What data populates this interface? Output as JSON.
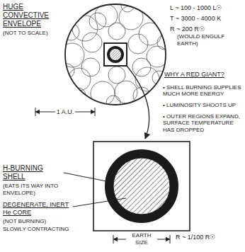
{
  "diagram": {
    "labels": [
      "HUGE CONVECTIVE ENVELOPE",
      "(NOT TO SCALE)",
      "L ~ 100 - 1000 L☉",
      "T ~ 3000 - 4000 K",
      "R ~ 200 R☉",
      "(WOULD ENGULF EARTH)",
      "1 A.U.",
      "WHY A RED GIANT?",
      "• SHELL BURNING SUPPLIES MUCH MORE ENERGY",
      "• LUMINOSITY SHOOTS UP",
      "• OUTER REGIONS EXPAND, SURFACE TEMPERATURE HAS DROPPED",
      "H-BURNING SHELL",
      "(EATS ITS WAY INTO ENVELOPE)",
      "DEGENERATE, INERT He CORE",
      "(NOT BURNING)",
      "SLOWLY CONTRACTING",
      "EARTH SIZE",
      "R ~ 1/100 R☉"
    ]
  }
}
